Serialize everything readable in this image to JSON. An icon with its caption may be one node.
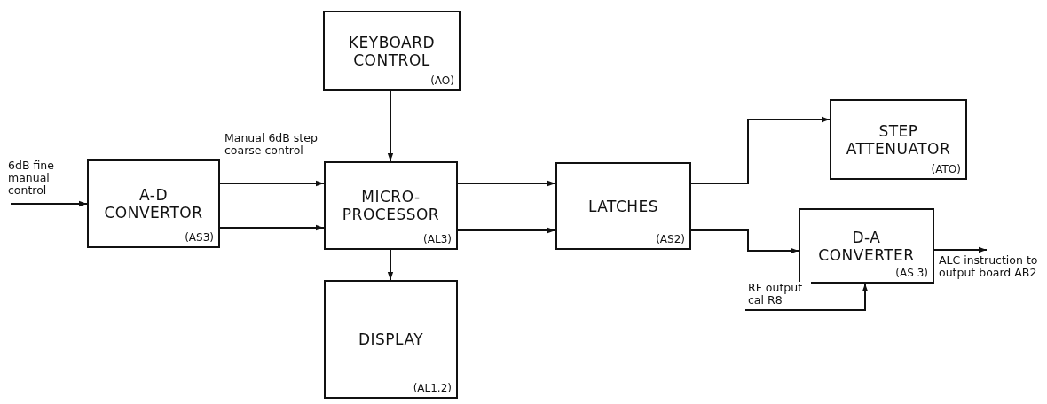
{
  "diagram": {
    "nodes": [
      {
        "text": [
          "A-D CONVERTOR",
          "(AS3)"
        ]
      },
      {
        "text": [
          "KEYBOARD CONTROL",
          "(AO)"
        ]
      },
      {
        "text": [
          "MICRO- PROCESSOR",
          "(AL3)"
        ]
      },
      {
        "text": [
          "DISPLAY",
          "(AL1.2)"
        ]
      },
      {
        "text": [
          "LATCHES",
          "(AS2)"
        ]
      },
      {
        "text": [
          "STEP ATTENUATOR",
          "(ATO)"
        ]
      },
      {
        "text": [
          "D-A CONVERTER",
          "(AS 3)"
        ]
      }
    ],
    "edges": [
      {
        "from": null,
        "to": 0,
        "arrow": "to",
        "label": "6dB fine manual control"
      },
      {
        "from": 0,
        "to": 2,
        "arrow": "to",
        "label": "Manual 6dB step coarse control"
      },
      {
        "from": 0,
        "to": 2,
        "arrow": "to"
      },
      {
        "from": 1,
        "to": 2,
        "arrow": "to"
      },
      {
        "from": 2,
        "to": 3,
        "arrow": "to"
      },
      {
        "from": 2,
        "to": 4,
        "arrow": "to"
      },
      {
        "from": 2,
        "to": 4,
        "arrow": "to"
      },
      {
        "from": 4,
        "to": 5,
        "arrow": "to"
      },
      {
        "from": 4,
        "to": 6,
        "arrow": "to"
      },
      {
        "from": 6,
        "to": null,
        "arrow": "to",
        "label": "ALC instruction to output board AB2"
      },
      {
        "from": null,
        "to": 6,
        "arrow": "to",
        "label": "RF output cal R8"
      }
    ]
  }
}
